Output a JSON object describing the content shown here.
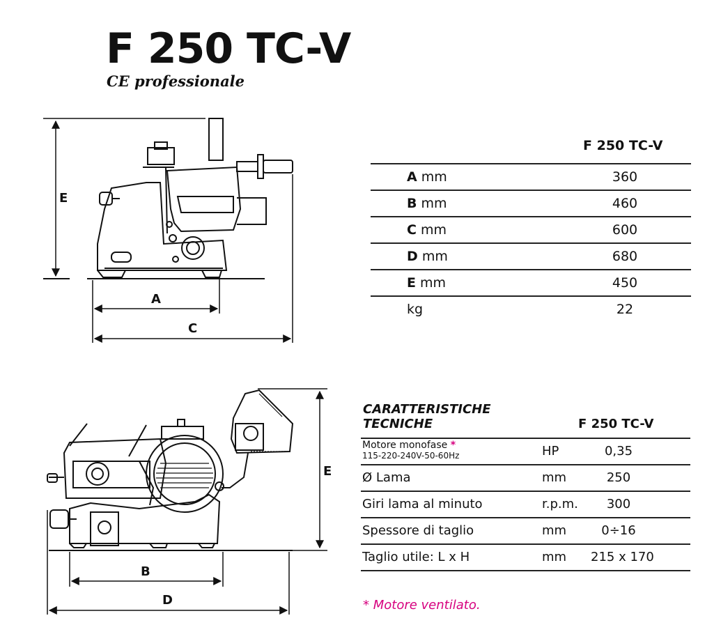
{
  "header": {
    "model": "F 250 TC-V",
    "subtitle": "CE professionale"
  },
  "drawing_labels": {
    "top_view": {
      "a": "A",
      "c": "C",
      "e": "E"
    },
    "side_view": {
      "b": "B",
      "d": "D",
      "e": "E"
    }
  },
  "dimensions_table": {
    "column_header": "F 250 TC-V",
    "rows": [
      {
        "key": "A",
        "unit": "mm",
        "value": "360"
      },
      {
        "key": "B",
        "unit": "mm",
        "value": "460"
      },
      {
        "key": "C",
        "unit": "mm",
        "value": "600"
      },
      {
        "key": "D",
        "unit": "mm",
        "value": "680"
      },
      {
        "key": "E",
        "unit": "mm",
        "value": "450"
      },
      {
        "key": "",
        "unit": "kg",
        "value": "22"
      }
    ]
  },
  "specs": {
    "title": "CARATTERISTICHE\nTECNICHE",
    "column_header": "F 250 TC-V",
    "motor": {
      "label": "Motore monofase",
      "star": "*",
      "sub": "115-220-240V-50-60Hz",
      "unit": "HP",
      "value": "0,35"
    },
    "rows": [
      {
        "label": "Ø Lama",
        "unit": "mm",
        "value": "250"
      },
      {
        "label": "Giri lama al minuto",
        "unit": "r.p.m.",
        "value": "300"
      },
      {
        "label": "Spessore di taglio",
        "unit": "mm",
        "value": "0÷16"
      },
      {
        "label": "Taglio utile: L x H",
        "unit": "mm",
        "value": "215 x 170"
      }
    ],
    "footnote": "* Motore ventilato."
  }
}
